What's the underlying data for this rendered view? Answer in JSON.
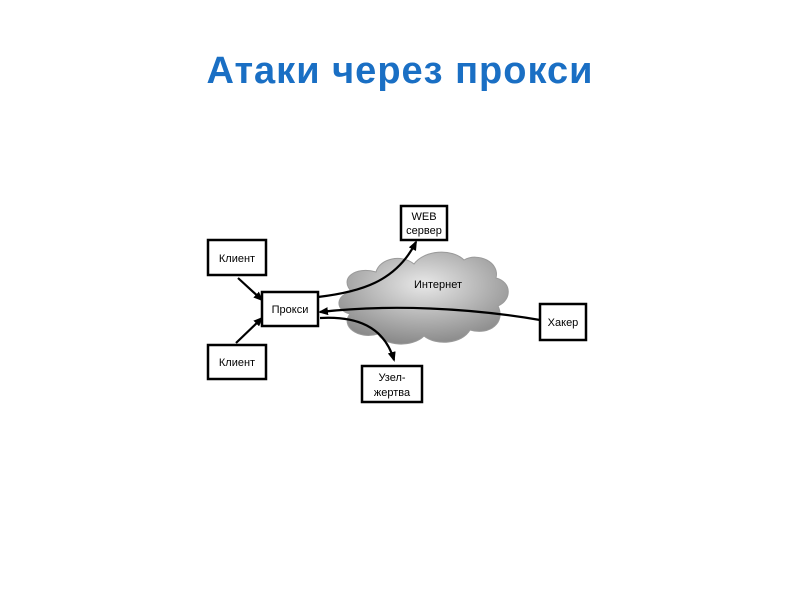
{
  "title": "Атаки через прокси",
  "colors": {
    "title": "#1a6fc4",
    "cloud_light": "#e8e8e8",
    "cloud_dark": "#8a8a8a"
  },
  "nodes": {
    "client_top": "Клиент",
    "client_bottom": "Клиент",
    "proxy": "Прокси",
    "web_server_line1": "WEB",
    "web_server_line2": "сервер",
    "hacker": "Хакер",
    "victim_line1": "Узел-",
    "victim_line2": "жертва",
    "internet": "Интернет"
  }
}
